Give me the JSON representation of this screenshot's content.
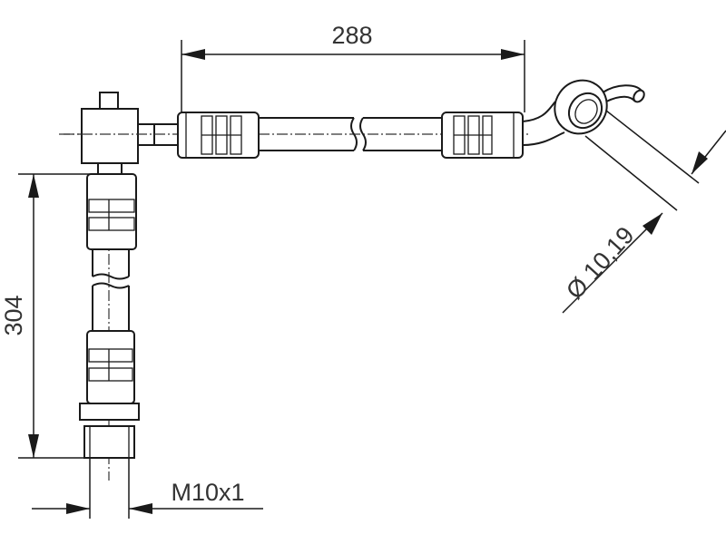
{
  "drawing": {
    "title": "Brake hose technical drawing",
    "dimensions": {
      "length_horizontal": "288",
      "length_vertical": "304",
      "banjo_diameter": "Ø 10,19",
      "thread": "M10x1"
    },
    "line_color": "#1a1a1a"
  }
}
